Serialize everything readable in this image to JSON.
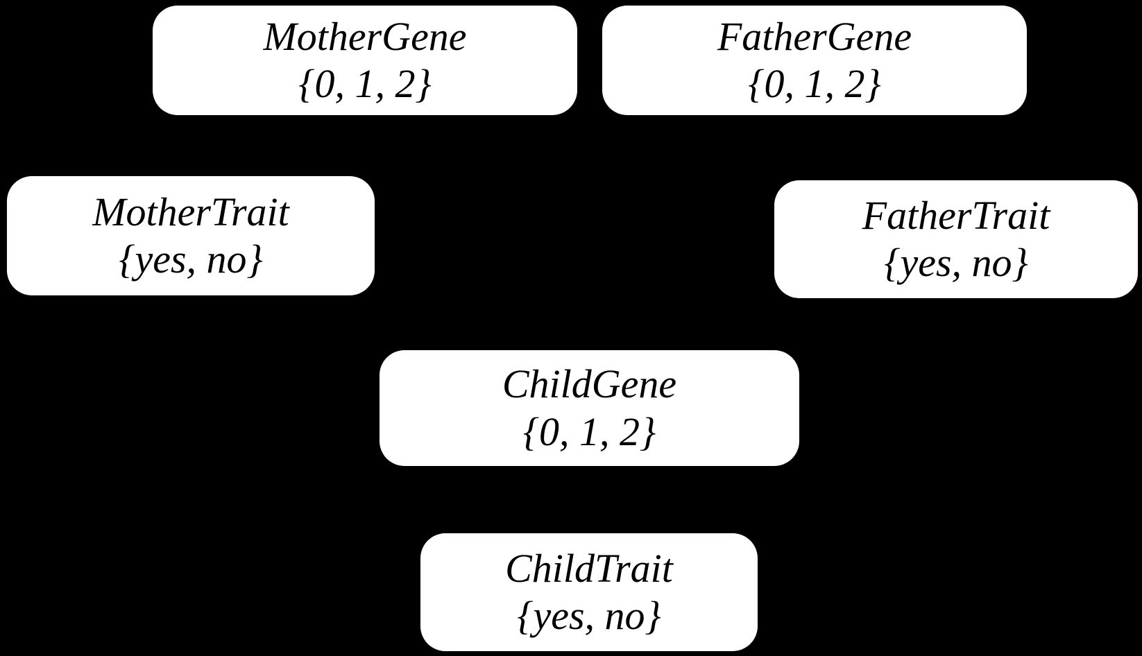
{
  "diagram": {
    "type": "bayesian-network",
    "background_color": "#000000",
    "node_fill_color": "#ffffff",
    "node_text_color": "#000000",
    "nodes": [
      {
        "id": "mother-gene",
        "name": "MotherGene",
        "values": "{0, 1, 2}"
      },
      {
        "id": "father-gene",
        "name": "FatherGene",
        "values": "{0, 1, 2}"
      },
      {
        "id": "mother-trait",
        "name": "MotherTrait",
        "values": "{yes, no}"
      },
      {
        "id": "father-trait",
        "name": "FatherTrait",
        "values": "{yes, no}"
      },
      {
        "id": "child-gene",
        "name": "ChildGene",
        "values": "{0, 1, 2}"
      },
      {
        "id": "child-trait",
        "name": "ChildTrait",
        "values": "{yes, no}"
      }
    ]
  }
}
